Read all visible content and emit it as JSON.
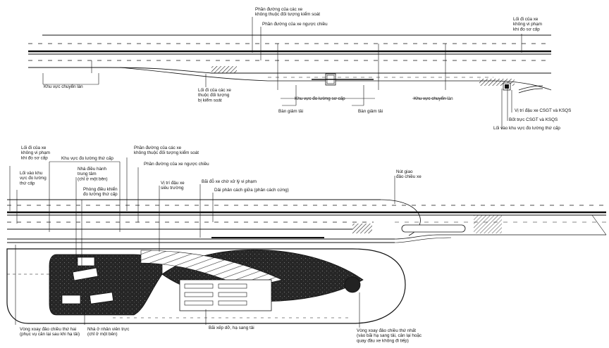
{
  "top_section": {
    "opposite_direction_traffic_lane_not_controlled": "Phần đường của các xe\nkhông thuộc đối tượng kiểm soát",
    "opposite_direction_lane": "Phần đường của xe ngược chiều",
    "exit_non_violating_vehicles": "Lối đi của xe\nkhông vi phạm\nkhi đo sơ cấp",
    "transition_zone_left": "Khu vực chuyển làn",
    "exit_non_controlled_vehicles": "Lối đi của các xe\nthuộc đối tượng\nbị kiểm soát",
    "primary_measurement_zone": "Khu vực đo lường sơ cấp",
    "transition_zone_right": "Khu vực chuyển làn",
    "weigh_pad_left": "Bàn giảm tải",
    "weigh_pad_right": "Bàn giảm tải",
    "police_parking": "Vị trí đậu xe CSGT và KSQS",
    "police_post": "Bốt trực CSGT và KSQS",
    "entrance_secondary_zone": "Lối vào khu vực đo lường thứ cấp"
  },
  "bottom_section": {
    "exit_non_violating_vehicles": "Lối đi của xe\nkhông vi phạm\nkhi đo sơ cấp",
    "secondary_measurement_zone": "Khu vực đo lường thứ cấp",
    "lane_non_controlled": "Phần đường của các xe\nkhông thuộc đối tượng kiểm soát",
    "opposite_direction_lane": "Phần đường của xe ngược chiều",
    "entrance_secondary_zone": "Lối vào khu\nvực đo lường\nthứ cấp",
    "central_admin_house": "Nhà điều hành\ntrung tâm\n(chỉ ở một bên)",
    "control_room": "Phòng điều khiển\nđo lường thứ cấp",
    "oversize_parking": "Vị trí đậu xe\nsiêu trường",
    "violation_parking": "Bãi đỗ xe chờ xử lý vi phạm",
    "median_divider": "Dải phân cách giữa (phân cách cứng)",
    "traffic_intersection": "Nút giao\nđảo chiều xe",
    "second_turnaround": "Vòng xoay đảo chiều thứ hai\n(phục vụ cân lại sau khi hạ tải)",
    "staff_house": "Nhà ở nhân viên trực\n(chỉ ở một bên)",
    "unloading_yard": "Bãi xếp dỡ, hạ sang tải",
    "first_turnaround": "Vòng xoay đảo chiều thứ nhất\n(vào bãi hạ sang tải, cân lại hoặc\nquay đầu xe không đi tiếp)"
  },
  "colors": {
    "ink": "#111111",
    "hatch_fill": "#2a2a2a",
    "paper": "#ffffff"
  }
}
